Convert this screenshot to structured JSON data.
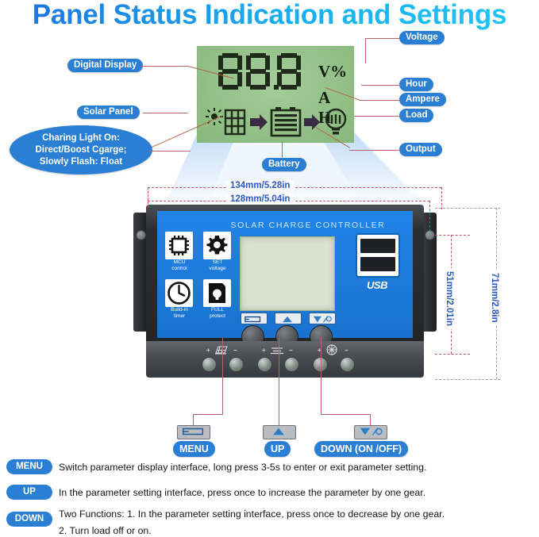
{
  "title": "Panel Status Indication and Settings",
  "theme": {
    "accent_blue": "#2a7fd4",
    "title_gradient_from": "#1f6fe0",
    "title_gradient_to": "#21c6f5",
    "lcd_green": "#90c183",
    "device_blue": "#2184e8",
    "leader_line": "#b4676b",
    "dimension_text": "#2a56c6",
    "dimension_line": "#c0555f"
  },
  "callouts": {
    "digital_display": "Digital Display",
    "solar_panel": "Solar Panel",
    "charging_light": {
      "line1": "Charing Light On:",
      "line2": "Direct/Boost Cgarge;",
      "line3": "Slowly Flash: Float"
    },
    "battery": "Battery",
    "voltage": "Voltage",
    "hour": "Hour",
    "ampere": "Ampere",
    "load": "Load",
    "output": "Output"
  },
  "lcd": {
    "reading": "88.8",
    "digits": [
      "8",
      "8",
      "8"
    ],
    "unit_top": "V%",
    "unit_bottom": "A H",
    "icons": [
      "sun-icon",
      "solar-panel-icon",
      "arrow-right-icon",
      "battery-icon",
      "arrow-right-icon",
      "bulb-icon"
    ]
  },
  "device": {
    "brand_text": "SOLAR CHARGE CONTROLLER",
    "usb_label": "USB",
    "features": [
      {
        "icon": "chip-icon",
        "line1": "MCU",
        "line2": "control"
      },
      {
        "icon": "gear-icon",
        "line1": "SET",
        "line2": "voltage"
      },
      {
        "icon": "clock-icon",
        "line1": "Build-in",
        "line2": "timer"
      },
      {
        "icon": "shield-lock-icon",
        "line1": "FULL",
        "line2": "protect"
      }
    ],
    "buttons": [
      {
        "name": "menu-button",
        "icon": "menu-icon"
      },
      {
        "name": "up-button",
        "icon": "up-triangle-icon"
      },
      {
        "name": "down-button",
        "icon": "down-triangle-bulb-icon"
      }
    ],
    "terminals": [
      {
        "sign_left": "+",
        "icon": "solar-panel-icon",
        "sign_right": "−"
      },
      {
        "sign_left": "+",
        "icon": "battery-icon",
        "sign_right": "−"
      },
      {
        "sign_left": "+",
        "icon": "bulb-icon",
        "sign_right": "−"
      }
    ]
  },
  "dimensions": {
    "width_outer": "134mm/5.28in",
    "width_inner": "128mm/5.04in",
    "height_outer": "71mm/2.8in",
    "height_inner": "51mm/2.01in"
  },
  "button_callouts": [
    {
      "key": "menu-key",
      "label": "MENU"
    },
    {
      "key": "up-key",
      "label": "UP"
    },
    {
      "key": "down-key",
      "label": "DOWN (ON /OFF)"
    }
  ],
  "legend": [
    {
      "badge": "MENU",
      "lines": [
        "Switch parameter display interface, long press 3-5s to enter or exit parameter setting."
      ]
    },
    {
      "badge": "UP",
      "lines": [
        "In the parameter setting interface, press once to increase the parameter by one gear."
      ]
    },
    {
      "badge": "DOWN",
      "lines": [
        "Two Functions: 1. In the parameter setting interface, press once to decrease by one gear.",
        "2. Turn load off or on."
      ]
    }
  ]
}
